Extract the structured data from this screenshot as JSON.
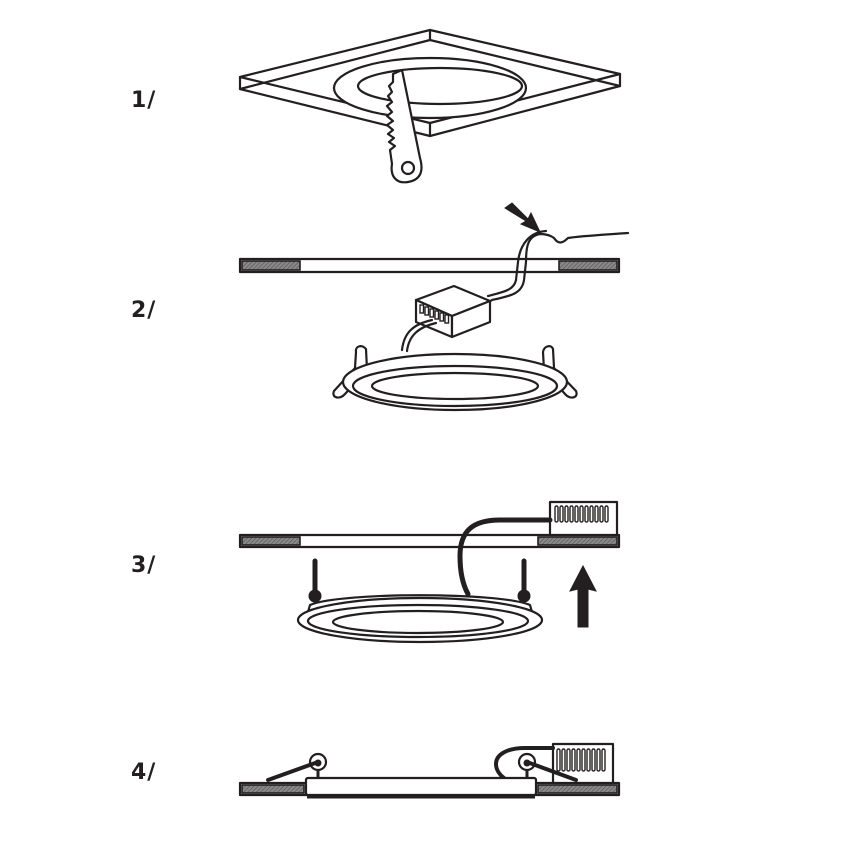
{
  "diagram": {
    "type": "installation-instructions",
    "subject": "Recessed LED downlight installation",
    "colors": {
      "line": "#231f20",
      "hatch": "#6d6d6d",
      "background": "#ffffff"
    },
    "steps": [
      {
        "label": "1/",
        "depicts": "Cut circular hole in ceiling panel with jigsaw"
      },
      {
        "label": "2/",
        "depicts": "Connect mains wire to driver box; downlight with spring clips below ceiling"
      },
      {
        "label": "3/",
        "depicts": "Push driver through hole, fold spring clips up and insert downlight (up arrow)"
      },
      {
        "label": "4/",
        "depicts": "Downlight seated flush in ceiling, clips holding it in place, driver resting on ceiling"
      }
    ]
  }
}
